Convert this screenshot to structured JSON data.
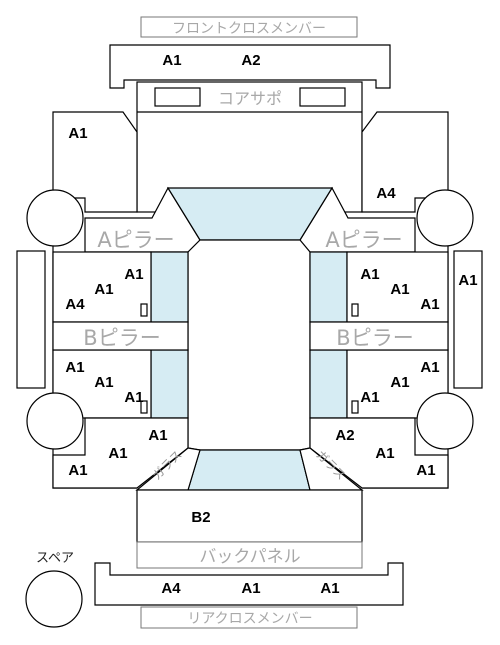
{
  "labels": {
    "front_cross_member": "フロントクロスメンバー",
    "core_support": "コアサポ",
    "a_pillar_left": "Aピラー",
    "a_pillar_right": "Aピラー",
    "b_pillar_left": "Bピラー",
    "b_pillar_right": "Bピラー",
    "back_panel": "バックパネル",
    "rear_cross_member": "リアクロスメンバー",
    "spare": "スペア",
    "glass_rear_left": "ガラス",
    "glass_rear_right": "ガラス"
  },
  "grades": {
    "front_cross_left": "A1",
    "front_cross_right": "A2",
    "fender_front_left": "A1",
    "fender_front_right": "A4",
    "door_front_left_top": "A1",
    "door_front_left_mid": "A1",
    "door_front_left_low": "A4",
    "door_front_right_top": "A1",
    "door_front_right_mid": "A1",
    "door_front_right_low": "A1",
    "roof_side_right": "A1",
    "door_rear_left_top": "A1",
    "door_rear_left_mid": "A1",
    "door_rear_left_low": "A1",
    "door_rear_right_top": "A1",
    "door_rear_right_mid": "A1",
    "door_rear_right_low": "A1",
    "quarter_left_top": "A1",
    "quarter_left_mid": "A1",
    "quarter_left_low": "A1",
    "quarter_right_top": "A2",
    "quarter_right_mid": "A1",
    "quarter_right_low": "A1",
    "trunk": "B2",
    "rear_cross_left": "A4",
    "rear_cross_center": "A1",
    "rear_cross_right": "A1"
  }
}
